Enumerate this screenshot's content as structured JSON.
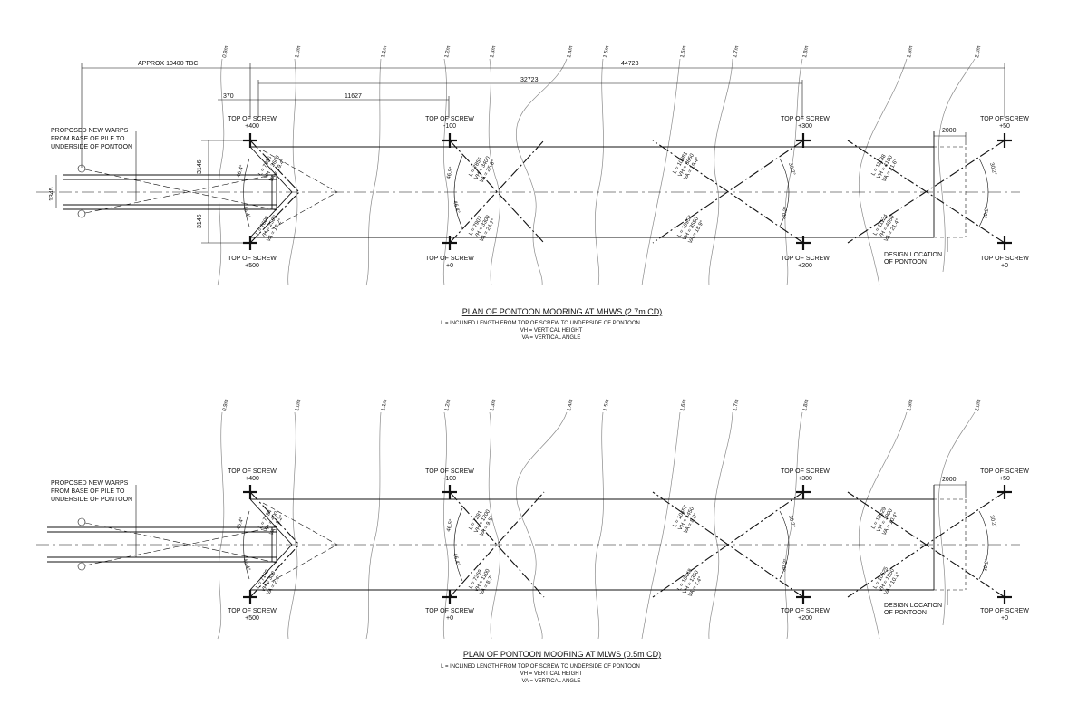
{
  "plans": [
    {
      "title": "PLAN OF PONTOON MOORING AT MHWS (2.7m CD)",
      "notes": [
        "L = INCLINED LENGTH FROM TOP OF SCREW TO UNDERSIDE OF PONTOON",
        "VH = VERTICAL HEIGHT",
        "VA = VERTICAL ANGLE"
      ],
      "contours": [
        "0.9m",
        "1.0m",
        "1.1m",
        "1.2m",
        "1.3m",
        "1.4m",
        "1.5m",
        "1.6m",
        "1.7m",
        "1.8m",
        "1.9m",
        "2.0m"
      ],
      "warps_note": [
        "PROPOSED NEW WARPS",
        "FROM BASE OF PILE TO",
        "UNDERSIDE OF PONTOON"
      ],
      "dims": {
        "approx": "APPROX 10400 TBC",
        "d44723": "44723",
        "d32723": "32723",
        "d11627": "11627",
        "d370": "370",
        "d3146a": "3146",
        "d3146b": "3146",
        "d1345": "1345",
        "d2000": "2000"
      },
      "screws": {
        "s1": [
          "TOP OF SCREW",
          "+400"
        ],
        "s2": [
          "TOP OF SCREW",
          "+500"
        ],
        "s3": [
          "TOP OF SCREW",
          "-100"
        ],
        "s4": [
          "TOP OF SCREW",
          "+0"
        ],
        "s5": [
          "TOP OF SCREW",
          "+300"
        ],
        "s6": [
          "TOP OF SCREW",
          "+200"
        ],
        "s7": [
          "TOP OF SCREW",
          "+50"
        ],
        "s8": [
          "TOP OF SCREW",
          "+0"
        ]
      },
      "design_location": [
        "DESIGN LOCATION",
        "OF PONTOON"
      ],
      "angles": [
        "46.4°",
        "46.4°",
        "46.5°",
        "46.4°",
        "30.2°",
        "30.2°",
        "30.2°",
        "30.2°"
      ],
      "annotations": {
        "a1": [
          "L = 7836",
          "VH = 2600",
          "VA = 19.4°"
        ],
        "a2": [
          "L = 7606",
          "VH = 2500",
          "VA = 19.2°"
        ],
        "a3": [
          "L = 7855",
          "VH = 3400",
          "VA = 25.8°"
        ],
        "a4": [
          "L = 7907",
          "VH = 3300",
          "VA = 24.7°"
        ],
        "a5": [
          "L = 10981",
          "VH = 3650",
          "VA = 19.4°"
        ],
        "a6": [
          "L = 10952",
          "VH = 3550",
          "VA = 18.9°"
        ],
        "a7": [
          "L = 11138",
          "VH = 4100",
          "VA = 21.6°"
        ],
        "a8": [
          "L = 11124",
          "VH = 4050",
          "VA = 21.4°"
        ]
      }
    },
    {
      "title": "PLAN OF PONTOON MOORING AT MLWS (0.5m CD)",
      "notes": [
        "L = INCLINED LENGTH FROM TOP OF SCREW TO UNDERSIDE OF PONTOON",
        "VH = VERTICAL HEIGHT",
        "VA = VERTICAL ANGLE"
      ],
      "contours": [
        "0.9m",
        "1.0m",
        "1.1m",
        "1.2m",
        "1.3m",
        "1.4m",
        "1.5m",
        "1.6m",
        "1.7m",
        "1.8m",
        "1.9m",
        "2.0m"
      ],
      "warps_note": [
        "PROPOSED NEW WARPS",
        "FROM BASE OF PILE TO",
        "UNDERSIDE OF PONTOON"
      ],
      "dims": {
        "d2000": "2000"
      },
      "screws": {
        "s1": [
          "TOP OF SCREW",
          "+400"
        ],
        "s2": [
          "TOP OF SCREW",
          "+500"
        ],
        "s3": [
          "TOP OF SCREW",
          "-100"
        ],
        "s4": [
          "TOP OF SCREW",
          "+0"
        ],
        "s5": [
          "TOP OF SCREW",
          "+300"
        ],
        "s6": [
          "TOP OF SCREW",
          "+200"
        ],
        "s7": [
          "TOP OF SCREW",
          "+50"
        ],
        "s8": [
          "TOP OF SCREW",
          "+0"
        ]
      },
      "design_location": [
        "DESIGN LOCATION",
        "OF PONTOON"
      ],
      "angles": [
        "46.4°",
        "46.4°",
        "46.5°",
        "46.4°",
        "30.2°",
        "30.2°",
        "30.2°",
        "30.2°"
      ],
      "annotations": {
        "a1": [
          "L = 7194",
          "VH = 400",
          "VA = 3.2°"
        ],
        "a2": [
          "L = 7189",
          "VH = 300",
          "VA = 2.4°"
        ],
        "a3": [
          "L = 7291",
          "VH = 1200",
          "VA = 9.5°"
        ],
        "a4": [
          "L = 7269",
          "VH = 1100",
          "VA = 8.7°"
        ],
        "a5": [
          "L = 10457",
          "VH = 1450",
          "VA = 8.0°"
        ],
        "a6": [
          "L = 10448",
          "VH = 1350",
          "VA = 7.4°"
        ],
        "a7": [
          "L = 10529",
          "VH = 1900",
          "VA = 10.4°"
        ],
        "a8": [
          "L = 10525",
          "VH = 1850",
          "VA = 10.1°"
        ]
      }
    }
  ]
}
